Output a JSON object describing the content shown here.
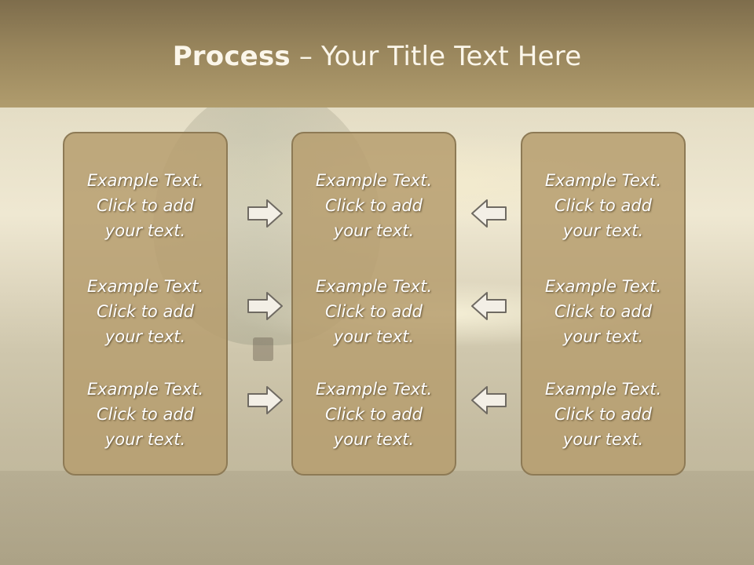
{
  "slide": {
    "title_bold": "Process",
    "title_rest": " – Your Title Text Here"
  },
  "columns": [
    {
      "items": [
        {
          "lines": [
            "Example Text.",
            "Click  to add",
            "your text."
          ]
        },
        {
          "lines": [
            "Example Text.",
            "Click  to add",
            "your text."
          ]
        },
        {
          "lines": [
            "Example Text.",
            "Click  to add",
            "your text."
          ]
        }
      ]
    },
    {
      "items": [
        {
          "lines": [
            "Example Text.",
            "Click  to add",
            "your text."
          ]
        },
        {
          "lines": [
            "Example Text.",
            "Click  to add",
            "your text."
          ]
        },
        {
          "lines": [
            "Example Text.",
            "Click  to add",
            "your text."
          ]
        }
      ]
    },
    {
      "items": [
        {
          "lines": [
            "Example Text.",
            "Click  to add",
            "your text."
          ]
        },
        {
          "lines": [
            "Example Text.",
            "Click  to add",
            "your text."
          ]
        },
        {
          "lines": [
            "Example Text.",
            "Click  to add",
            "your text."
          ]
        }
      ]
    }
  ],
  "arrows": {
    "left_group": "right-arrow-icon",
    "right_group": "left-arrow-icon",
    "fill": "#f3efe6",
    "stroke": "#6f6a62"
  },
  "colors": {
    "header": "#98855c",
    "panel": "#b69e6e",
    "panel_border": "#8d7a55"
  }
}
